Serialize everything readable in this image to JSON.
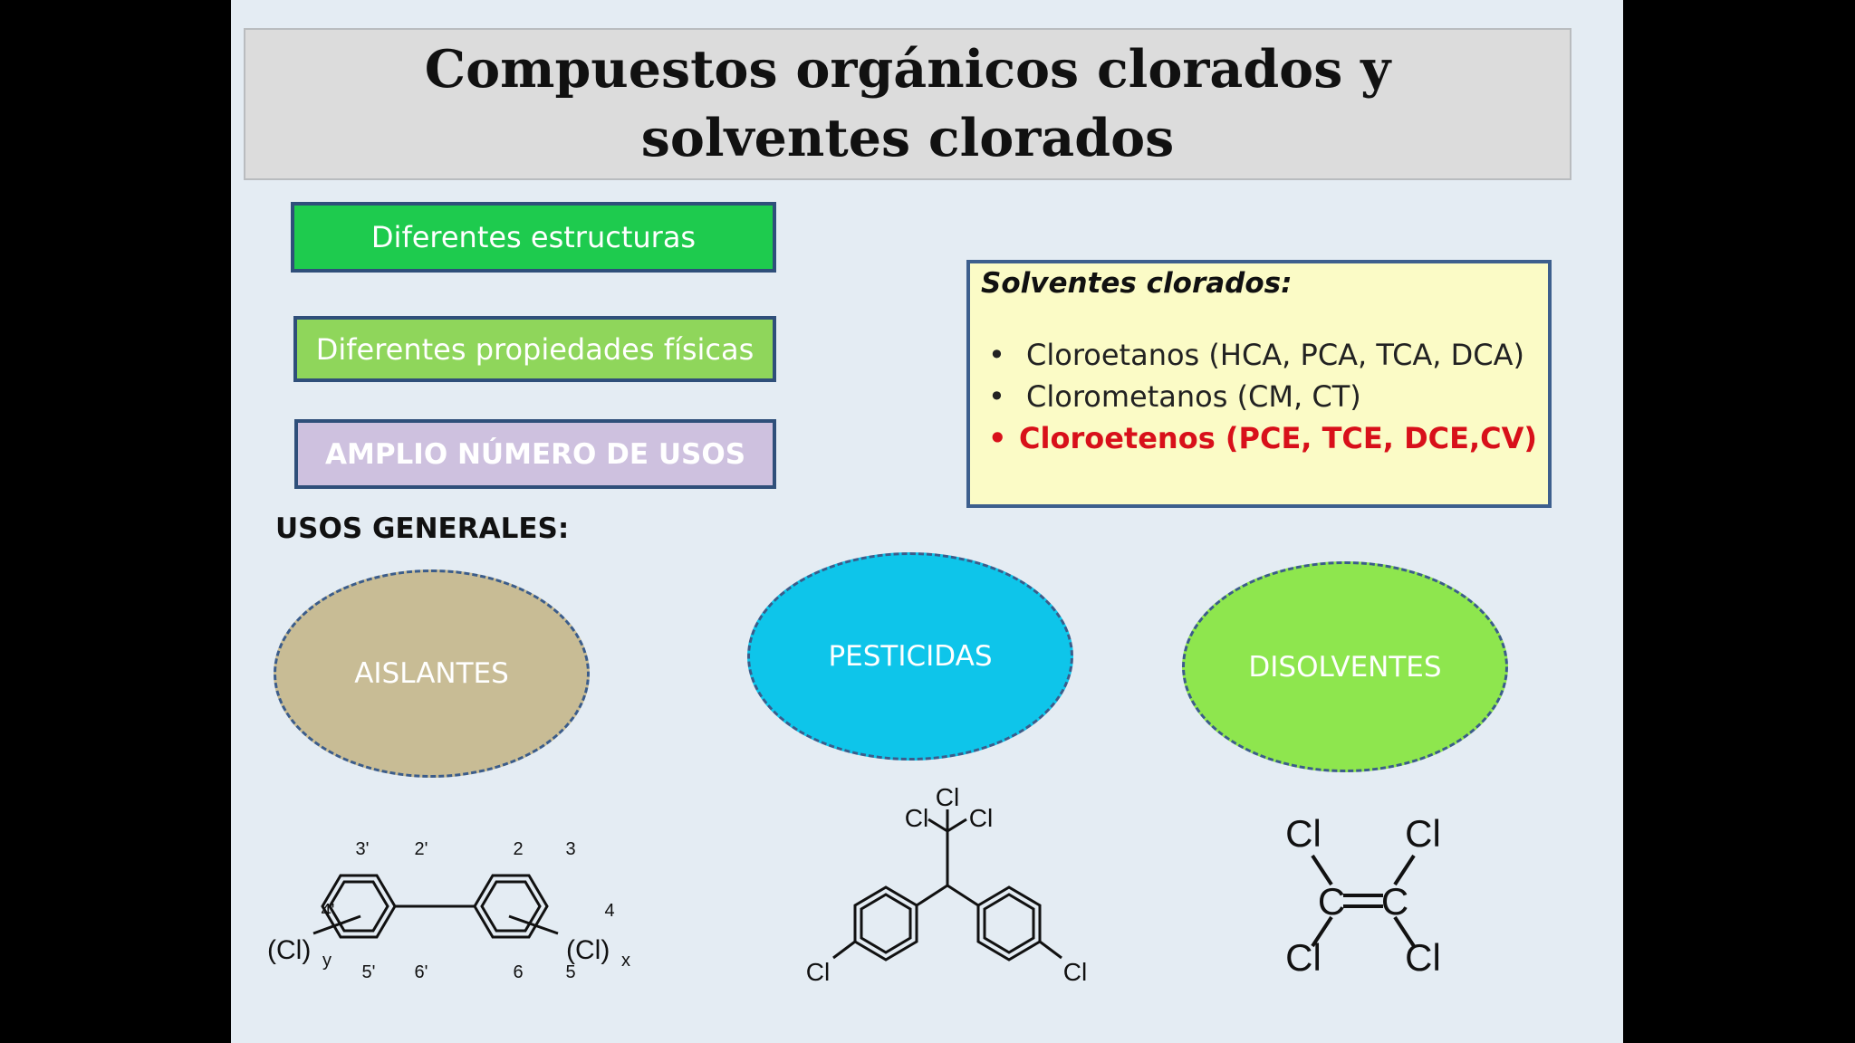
{
  "slide": {
    "title": "Compuestos orgánicos clorados y solventes clorados",
    "buttons": {
      "estructuras": "Diferentes estructuras",
      "propiedades": "Diferentes propiedades físicas",
      "usos": "AMPLIO NÚMERO DE USOS"
    },
    "solventes": {
      "heading": "Solventes clorados:",
      "bullet": "•",
      "items": [
        "Cloroetanos (HCA, PCA, TCA, DCA)",
        "Clorometanos (CM, CT)",
        "Cloroetenos (PCE, TCE, DCE,CV)"
      ]
    },
    "usos_label": "USOS GENERALES:",
    "usos": {
      "aislantes": "AISLANTES",
      "pesticidas": "PESTICIDAS",
      "disolventes": "DISOLVENTES"
    },
    "pcb": {
      "p3p": "3'",
      "p2p": "2'",
      "p2": "2",
      "p3": "3",
      "p4p": "4'",
      "p4": "4",
      "p5p": "5'",
      "p6p": "6'",
      "p6": "6",
      "p5": "5",
      "cly": "(Cl)",
      "sub_y": "y",
      "clx": "(Cl)",
      "sub_x": "x"
    },
    "ddt": {
      "cl": "Cl"
    },
    "pce": {
      "cl": "Cl",
      "c": "C"
    },
    "colors": {
      "estructuras": "#1ecb4e",
      "propiedades": "#8fd65b",
      "usos": "#cec1df",
      "aislantes": "#c8bc95",
      "pesticidas": "#0ec5ea",
      "disolventes": "#8ee64e",
      "highlight": "#d8101a"
    }
  }
}
